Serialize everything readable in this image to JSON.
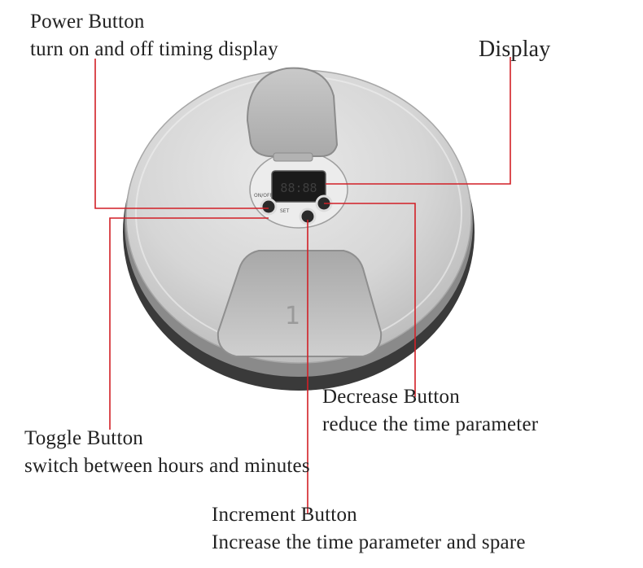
{
  "callouts": {
    "power": {
      "title": "Power Button",
      "desc": "turn on and off timing display"
    },
    "display": {
      "title": "Display"
    },
    "decrease": {
      "title": "Decrease Button",
      "desc": "reduce the time parameter"
    },
    "toggle": {
      "title": "Toggle Button",
      "desc": "switch between hours and minutes"
    },
    "increment": {
      "title": "Increment Button",
      "desc": "Increase the time parameter and spare"
    }
  },
  "device": {
    "button_labels": {
      "power": "ON/OFF",
      "set": "SET"
    },
    "screen_readout": "88:88"
  },
  "colors": {
    "leader": "#d21f26",
    "shell": "#d3d3d3",
    "base": "#3a3a3a",
    "screen": "#1a1a1a"
  }
}
